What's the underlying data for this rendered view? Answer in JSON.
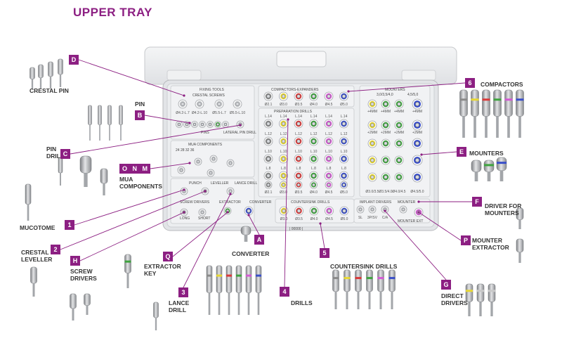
{
  "title": "UPPER TRAY",
  "colors": {
    "accent": "#8c1f82",
    "tray": "#e9eaec",
    "line": "#8c1f82"
  },
  "ring_colors": [
    "#8a8a8a",
    "#e8d832",
    "#d93a3a",
    "#3fa33f",
    "#d35ad3",
    "#3a4fc9",
    "#c9c9c9"
  ],
  "callouts": [
    {
      "text": "CRESTAL PIN",
      "badge": "D"
    },
    {
      "text": "PIN",
      "badge": "B"
    },
    {
      "text": "PIN\nDRILL",
      "badge": "C"
    },
    {
      "text": "MUA\nCOMPONENTS",
      "badge": "O N M"
    },
    {
      "text": "MUCOTOME",
      "badge": "1"
    },
    {
      "text": "CRESTAL\nLEVELLER",
      "badge": "2"
    },
    {
      "text": "SCREW\nDRIVERS",
      "badge": "H"
    },
    {
      "text": "EXTRACTOR\nKEY",
      "badge": "Q"
    },
    {
      "text": "LANCE\nDRILL",
      "badge": "3"
    },
    {
      "text": "CONVERTER",
      "badge": "A"
    },
    {
      "text": "DRILLS",
      "badge": "4"
    },
    {
      "text": "COUNTERSINK DRILLS",
      "badge": "5"
    },
    {
      "text": "COMPACTORS",
      "badge": "6"
    },
    {
      "text": "MOUNTERS",
      "badge": "E"
    },
    {
      "text": "DRIVER FOR\nMOUNTERS",
      "badge": "F"
    },
    {
      "text": "MOUNTER\nEXTRACTOR",
      "badge": "P"
    },
    {
      "text": "DIRECT\nDRIVERS",
      "badge": "G"
    }
  ],
  "tray": {
    "fixing_tools": "FIXING TOOLS",
    "crestal_screws": "CRESTAL SCREWS",
    "screw_sizes": [
      "Ø4.2-L.7",
      "Ø4.2-L.10",
      "Ø5.5-L.7",
      "Ø5.5-L.10"
    ],
    "pins": "PINS",
    "lateral_pin_drill": "LATERAL\nPIN DRILL",
    "mua_components": "MUA COMPONENTS",
    "punch": "PUNCH",
    "leveller": "LEVELLER",
    "lance_drill": "LANCE DRILL",
    "screw_drivers": "SCREW DRIVERS",
    "extractor": "EXTRACTOR",
    "converter": "CONVERTER",
    "long": "LONG",
    "short": "SHORT",
    "compactors_expanders": "COMPACTORS-EXPANDERS",
    "compactor_sizes": [
      "Ø2.1",
      "Ø3.0",
      "Ø3.5",
      "Ø4.0",
      "Ø4.5",
      "Ø5.0"
    ],
    "preparation_drills": "PREPARATION DRILLS",
    "drill_lengths": [
      "L.14",
      "L.12",
      "L.10",
      "L.8"
    ],
    "drill_sizes": [
      "Ø2.1",
      "Ø3.0",
      "Ø3.5",
      "Ø4.0",
      "Ø4.5",
      "Ø5.0"
    ],
    "countersink_drills": "COUNTERSINK DRILLS",
    "countersink_sizes": [
      "Ø3.0",
      "Ø3.5",
      "Ø4.0",
      "Ø4.5",
      "Ø5.0"
    ],
    "mounters": "MOUNTERS",
    "mounter_col_a": "3,0/3,5/4,0",
    "mounter_col_b": "4,5/5,0",
    "mounter_row_a": [
      "+4mm",
      "+4mm",
      "+4mm",
      "+4mm"
    ],
    "mounter_row_b": [
      "+2mm",
      "+2mm",
      "+2mm",
      "+2mm"
    ],
    "mounter_sizes": [
      "Ø3.0/3.5",
      "Ø3.5/4.0",
      "Ø4.0/4.5",
      "Ø4.5/5.0"
    ],
    "implant_drivers": "IMPLANT DRIVERS",
    "implant_sizes": [
      "SL",
      "3P/SV",
      "C/A"
    ],
    "mounter": "MOUNTER",
    "mounter_ext": "MOUNTER EXT",
    "serial": "| 00000 |",
    "gauge": "24 28 32 36"
  }
}
